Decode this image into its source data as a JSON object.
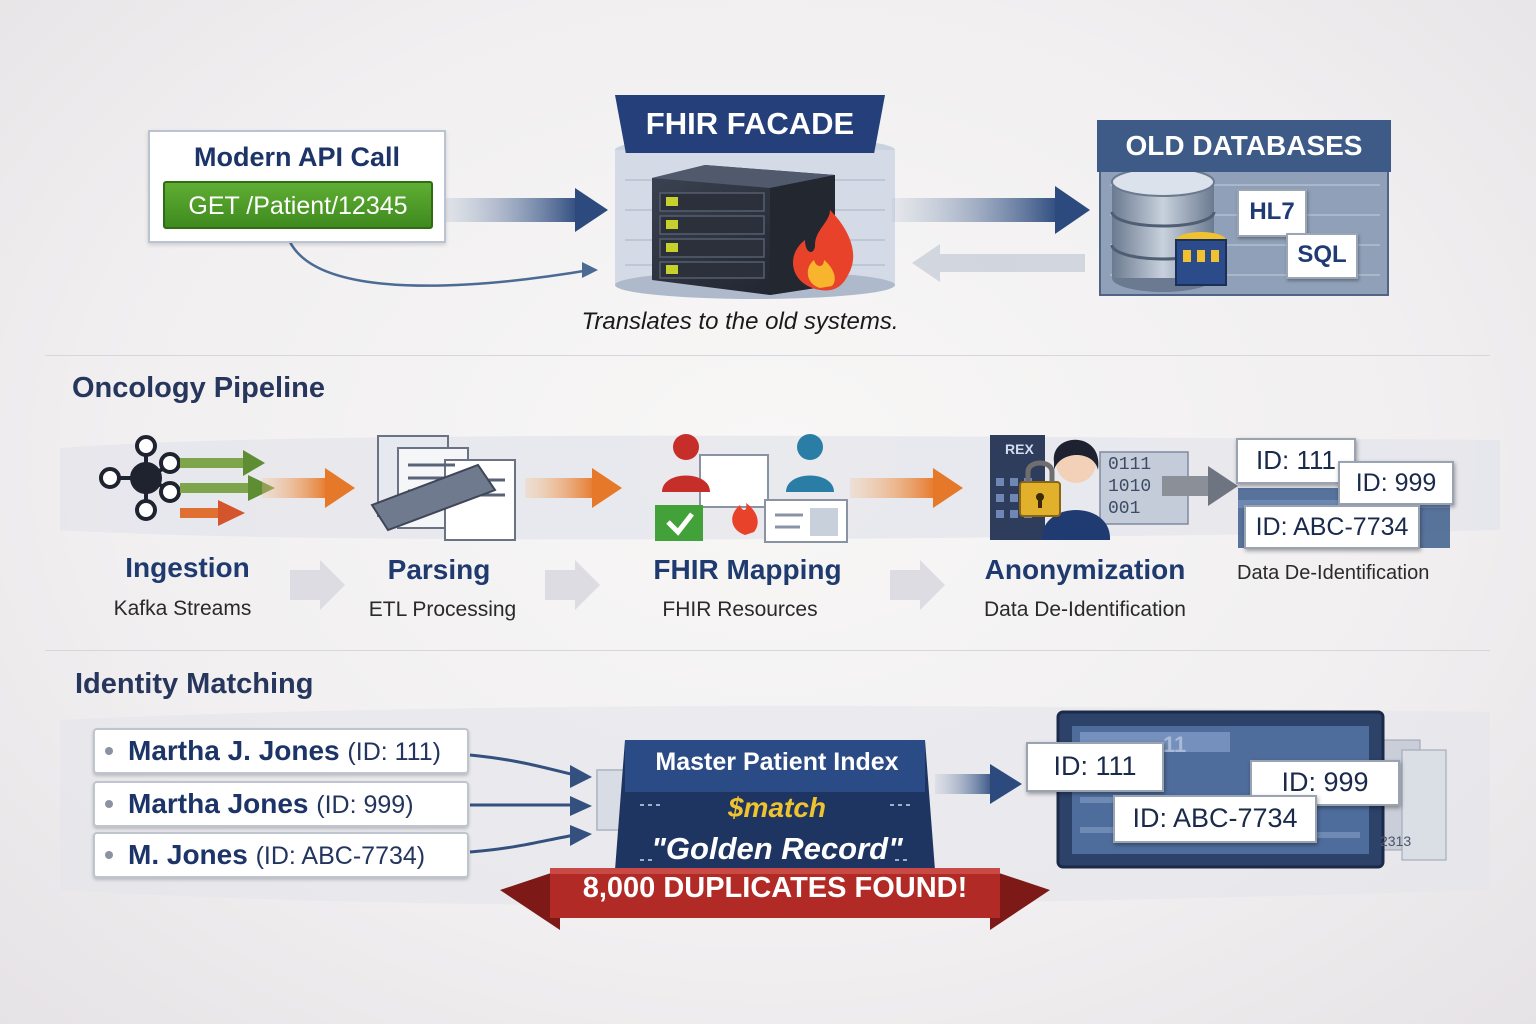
{
  "facade_section": {
    "api_card": {
      "title": "Modern API Call",
      "request": "GET /Patient/12345"
    },
    "facade": {
      "title": "FHIR FACADE",
      "caption": "Translates to the old systems."
    },
    "databases": {
      "title": "OLD DATABASES",
      "tags": [
        "HL7",
        "SQL"
      ]
    }
  },
  "pipeline": {
    "title": "Oncology Pipeline",
    "stages": [
      {
        "title": "Ingestion",
        "subtitle": "Kafka Streams"
      },
      {
        "title": "Parsing",
        "subtitle": "ETL Processing"
      },
      {
        "title": "FHIR Mapping",
        "subtitle": "FHIR Resources"
      },
      {
        "title": "Anonymization",
        "subtitle": "Data De-Identification"
      }
    ],
    "output": {
      "ids": [
        "ID: 111",
        "ID: 999",
        "ID: ABC-7734"
      ],
      "caption": "Data De-Identification",
      "doc_label": "REX",
      "binary": [
        "0111",
        "1010",
        "001"
      ]
    }
  },
  "identity": {
    "title": "Identity Matching",
    "records": [
      {
        "name": "Martha J. Jones",
        "id": "(ID: 111)"
      },
      {
        "name": "Martha Jones",
        "id": "(ID: 999)"
      },
      {
        "name": "M. Jones",
        "id": "(ID: ABC-7734)"
      }
    ],
    "mpi": {
      "title": "Master Patient Index",
      "operation": "$match",
      "result": "\"Golden Record\"",
      "alert": "8,000 DUPLICATES FOUND!"
    },
    "output_ids": [
      "ID: 111",
      "ID: 999",
      "ID: ABC-7734"
    ],
    "screen_text": [
      "11",
      "2313"
    ]
  },
  "colors": {
    "navy": "#243f7a",
    "green": "#4c9a27",
    "orange_arrow": "#e9892c",
    "alert_red": "#b22a25",
    "gold": "#f0c230"
  }
}
